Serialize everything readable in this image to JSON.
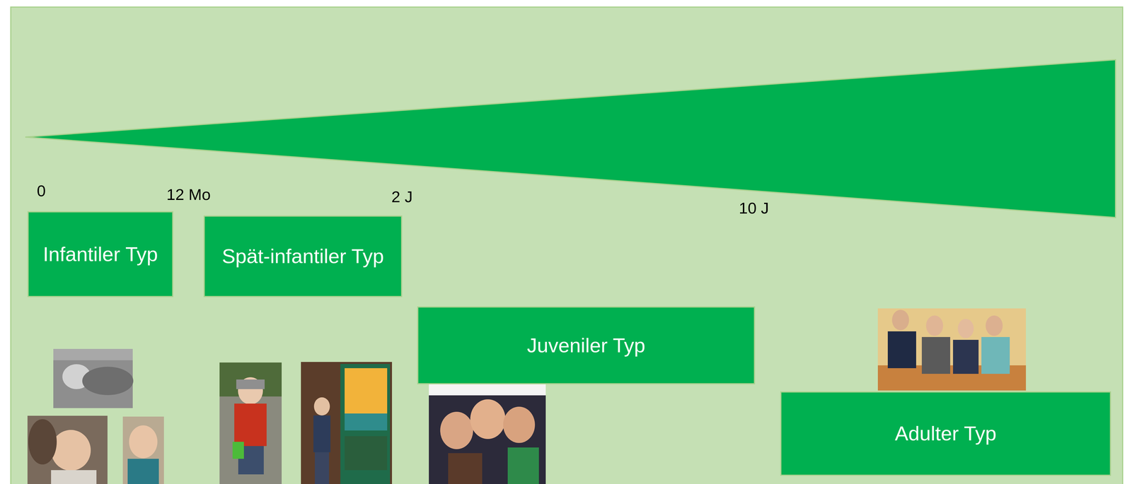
{
  "diagram": {
    "nodes": [
      {
        "text": [
          "Infantiler Typ"
        ]
      },
      {
        "text": [
          "Spät-infantiler Typ"
        ]
      },
      {
        "text": [
          "Juveniler Typ"
        ]
      },
      {
        "text": [
          "Adulter Typ"
        ]
      }
    ],
    "labels": [
      "0",
      "12 Mo",
      "2 J",
      "10 J"
    ]
  }
}
